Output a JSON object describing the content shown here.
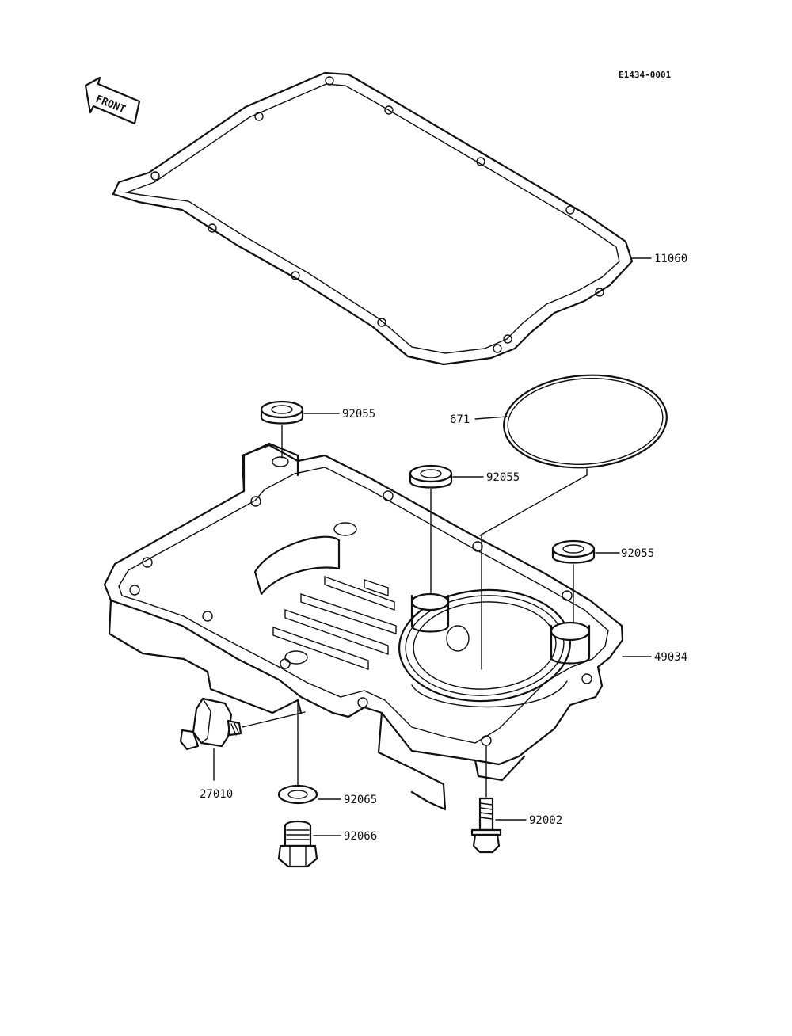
{
  "diagram": {
    "code": "E1434-0001",
    "front_label": "FRONT",
    "parts": [
      {
        "id": "gasket",
        "number": "11060"
      },
      {
        "id": "o-ring",
        "number": "671"
      },
      {
        "id": "collar-left",
        "number": "92055"
      },
      {
        "id": "collar-center",
        "number": "92055"
      },
      {
        "id": "collar-right",
        "number": "92055"
      },
      {
        "id": "oil-pan",
        "number": "49034"
      },
      {
        "id": "oil-pressure-switch",
        "number": "27010"
      },
      {
        "id": "washer",
        "number": "92065"
      },
      {
        "id": "drain-plug",
        "number": "92066"
      },
      {
        "id": "bolt",
        "number": "92002"
      }
    ]
  }
}
